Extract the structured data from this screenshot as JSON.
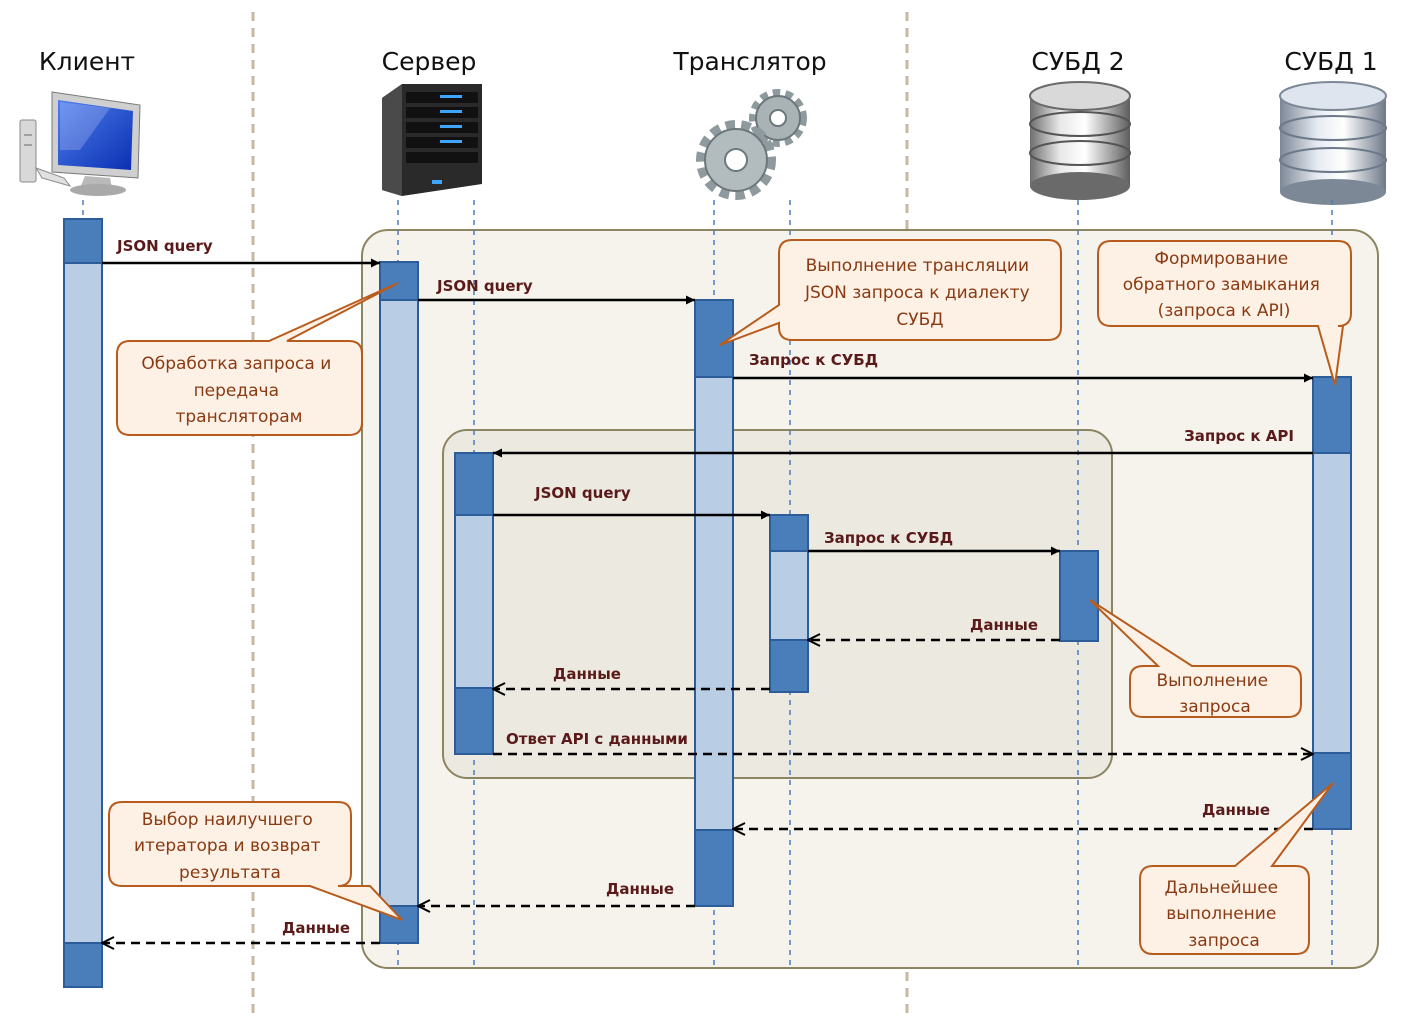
{
  "actors": {
    "client": "Клиент",
    "server": "Сервер",
    "translator": "Транслятор",
    "dbms2": "СУБД 2",
    "dbms1": "СУБД 1"
  },
  "icons": {
    "client": "desktop-computer-icon",
    "server": "server-rack-icon",
    "translator": "gears-icon",
    "dbms2": "database-icon",
    "dbms1": "database-icon"
  },
  "messages": {
    "m1": "JSON query",
    "m2": "JSON query",
    "m3": "Запрос к СУБД",
    "m4": "Запрос к API",
    "m5": "JSON query",
    "m6": "Запрос к СУБД",
    "m7": "Данные",
    "m8": "Данные",
    "m9": "Ответ API с данными",
    "m10": "Данные",
    "m11": "Данные",
    "m12": "Данные"
  },
  "notes": {
    "server_processing": [
      "Обработка запроса и",
      "передача",
      "трансляторам"
    ],
    "translation": [
      "Выполнение трансляции",
      "JSON запроса к диалекту",
      "СУБД"
    ],
    "closure": [
      "Формирование",
      "обратного замыкания",
      "(запроса к API)"
    ],
    "query_exec": [
      "Выполнение",
      "запроса"
    ],
    "best_iterator": [
      "Выбор наилучшего",
      "итератора и возврат",
      "результата"
    ],
    "further_exec": [
      "Дальнейшее",
      "выполнение",
      "запроса"
    ]
  },
  "colors": {
    "activation_dark": "#4a7ebb",
    "activation_light": "#b9cde5",
    "activation_border": "#2c5d99",
    "lifeline": "#4a7ebb",
    "separator": "#c4b8a3",
    "frame_fill": "#f5f3ec",
    "frame_border": "#8c8562",
    "note_fill": "#fdf1e6",
    "note_border": "#b85c1e",
    "message_text": "#5a1a1a",
    "note_text": "#8a3a12"
  }
}
